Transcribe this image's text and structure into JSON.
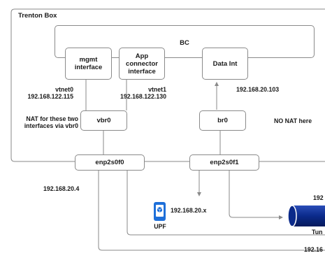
{
  "title": "Trenton Box",
  "nodes": {
    "bc": "BC",
    "mgmt": "mgmt\ninterface",
    "app": "App\nconnector\ninterface",
    "dataint": "Data Int",
    "vbr0": "vbr0",
    "br0": "br0",
    "enp0": "enp2s0f0",
    "enp1": "enp2s0f1"
  },
  "labels": {
    "vtnet0": "vtnet0\n192.168.122.115",
    "vtnet1": "vtnet1\n192.168.122.130",
    "dataint_ip": "192.168.20.103",
    "nat_note": "NAT for these two\ninterfaces via vbr0",
    "no_nat": "NO NAT here",
    "enp0_ip": "192.168.20.4",
    "upf_ip": "192.168.20.x",
    "upf": "UPF",
    "right_ip_top": "192",
    "tunnel": "Tun",
    "right_ip_bottom": "192.16"
  },
  "colors": {
    "tunnel_blue": "#0b2a8a",
    "phone_blue": "#1e6fd9",
    "line": "#8a8a8a"
  }
}
